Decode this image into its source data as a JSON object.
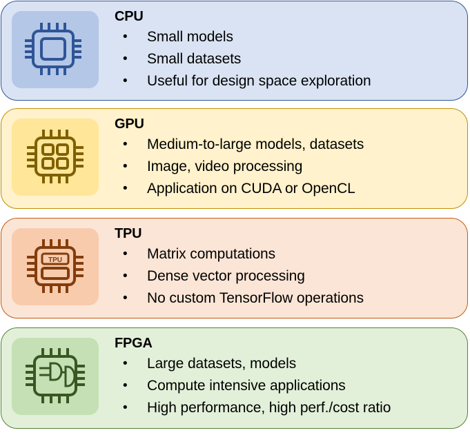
{
  "panels": [
    {
      "id": "cpu",
      "title": "CPU",
      "icon": "cpu-chip-icon",
      "colors": {
        "bg": "#dae3f3",
        "border": "#2f5597",
        "tile": "#b4c7e7",
        "icon": "#2f5597"
      },
      "bullet": "•",
      "items": [
        "Small models",
        "Small datasets",
        "Useful for design space exploration"
      ]
    },
    {
      "id": "gpu",
      "title": "GPU",
      "icon": "gpu-chip-icon",
      "colors": {
        "bg": "#fff2cc",
        "border": "#bf9000",
        "tile": "#ffe699",
        "icon": "#7f6000"
      },
      "bullet": "•",
      "items": [
        "Medium-to-large models, datasets",
        "Image, video processing",
        "Application on CUDA or OpenCL"
      ]
    },
    {
      "id": "tpu",
      "title": "TPU",
      "icon": "tpu-chip-icon",
      "icon_label": "TPU",
      "colors": {
        "bg": "#fbe5d6",
        "border": "#c55a11",
        "tile": "#f8cbad",
        "icon": "#843c0c"
      },
      "bullet": "•",
      "items": [
        "Matrix computations",
        "Dense vector processing",
        "No custom TensorFlow operations"
      ]
    },
    {
      "id": "fpga",
      "title": "FPGA",
      "icon": "fpga-logic-gate-chip-icon",
      "colors": {
        "bg": "#e2f0d9",
        "border": "#548235",
        "tile": "#c5e0b4",
        "icon": "#385723"
      },
      "bullet": "•",
      "items": [
        "Large datasets, models",
        "Compute intensive applications",
        "High performance, high perf./cost ratio"
      ]
    }
  ]
}
